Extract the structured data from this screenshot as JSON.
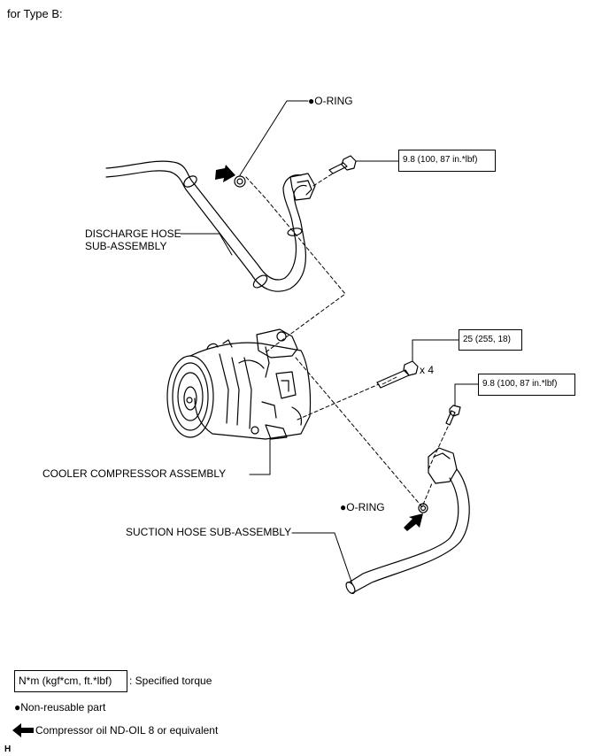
{
  "heading": "for Type B:",
  "labels": {
    "oring_top": "●O-RING",
    "discharge_hose": "DISCHARGE HOSE\nSUB-ASSEMBLY",
    "compressor": "COOLER COMPRESSOR ASSEMBLY",
    "oring_bottom": "●O-RING",
    "suction_hose": "SUCTION HOSE SUB-ASSEMBLY",
    "bolt_count": "x 4"
  },
  "torques": {
    "discharge_bolt": "9.8 (100, 87 in.*lbf)",
    "compressor_bolts": "25 (255, 18)",
    "suction_bolt": "9.8 (100, 87 in.*lbf)"
  },
  "legend": {
    "torque_unit": "N*m (kgf*cm, ft.*lbf)",
    "torque_desc": ": Specified torque",
    "non_reusable": "●Non-reusable part",
    "oil": "Compressor oil ND-OIL 8 or equivalent"
  },
  "footer_code": "H",
  "colors": {
    "line": "#000000",
    "background": "#ffffff"
  }
}
